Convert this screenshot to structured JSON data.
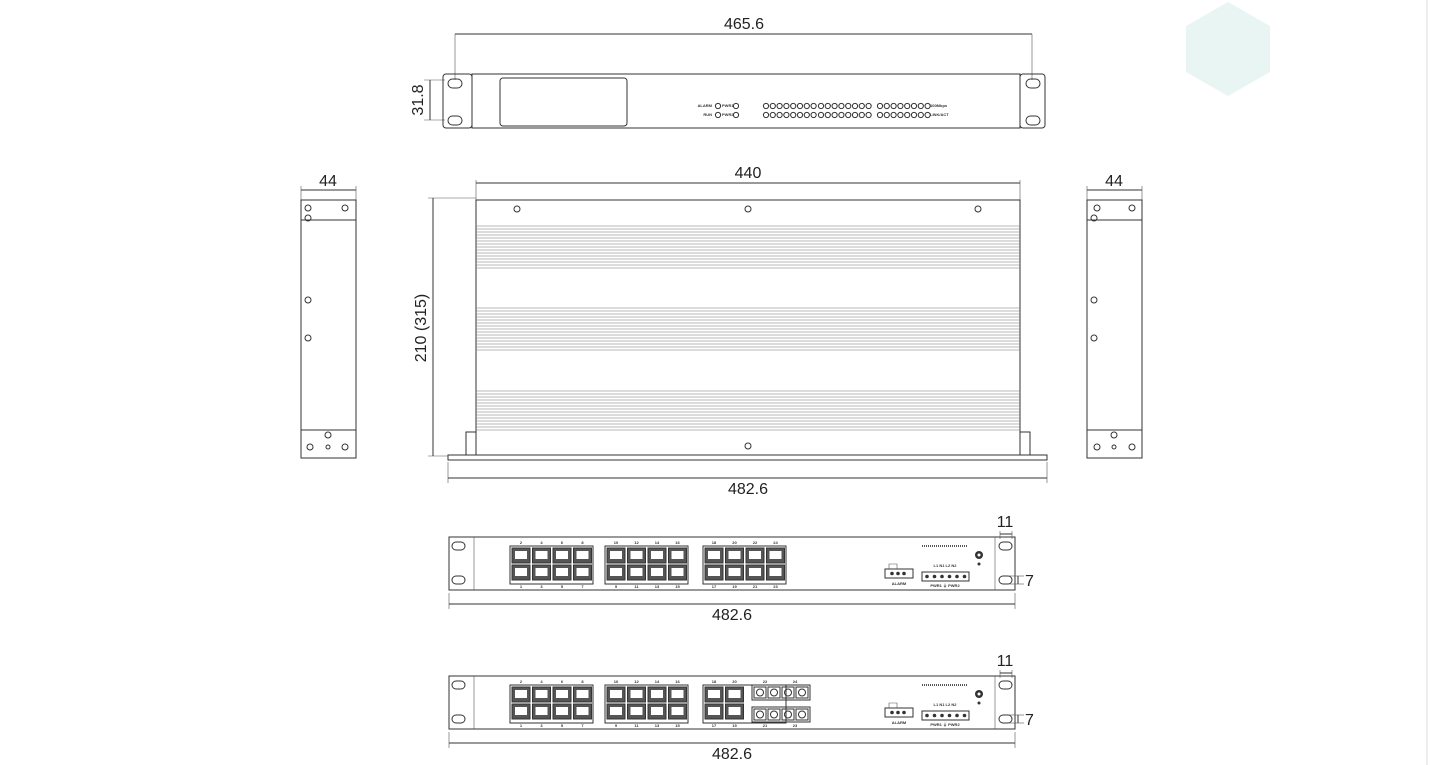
{
  "dimensions": {
    "front_width": "465.6",
    "front_height": "31.8",
    "top_width": "440",
    "top_depth": "210 (315)",
    "top_overall": "482.6",
    "side_left": "44",
    "side_right": "44",
    "rear1_width": "482.6",
    "rear1_ear": "11",
    "rear1_hole": "7",
    "rear2_width": "482.6",
    "rear2_ear": "11",
    "rear2_hole": "7"
  },
  "front_panel": {
    "led_labels": [
      "ALARM",
      "RUN",
      "PWR1",
      "PWR2"
    ],
    "speed_label": "100Mbps",
    "link_label": "LINK/ACT"
  },
  "rear_panel": {
    "alarm_label": "ALARM",
    "power_label": "PWR1  ⏚  PWR2",
    "terminal_labels": "L1  N1    L2  N2",
    "rear1_top_ports": [
      "2",
      "4",
      "6",
      "8",
      "10",
      "12",
      "14",
      "16",
      "18",
      "20",
      "22",
      "24"
    ],
    "rear1_bottom_ports": [
      "1",
      "3",
      "5",
      "7",
      "9",
      "11",
      "13",
      "15",
      "17",
      "19",
      "21",
      "23"
    ],
    "rear2_top_ports": [
      "2",
      "4",
      "6",
      "8",
      "10",
      "12",
      "14",
      "16",
      "18",
      "20",
      "22",
      "24"
    ],
    "rear2_bottom_ports": [
      "1",
      "3",
      "5",
      "7",
      "9",
      "11",
      "13",
      "15",
      "17",
      "19",
      "21",
      "23"
    ]
  },
  "colors": {
    "line": "#333333",
    "accent_hex": "#e6f4f2"
  }
}
